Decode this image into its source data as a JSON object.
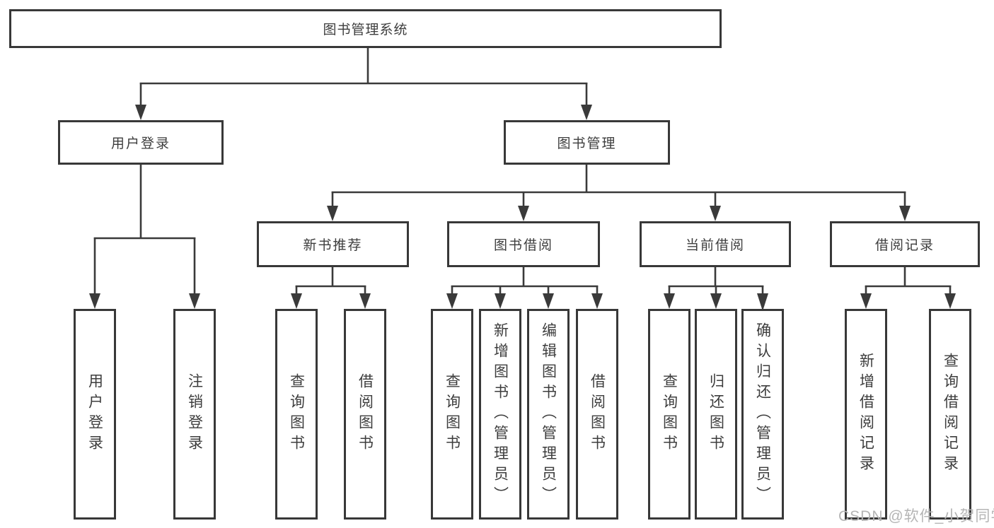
{
  "diagram_type": "hierarchy-tree",
  "colors": {
    "line": "#3a3a3a",
    "box_border": "#383838",
    "text": "#3d3d3d",
    "watermark": "#b5b5b5",
    "background": "#ffffff"
  },
  "tree": {
    "label": "图书管理系统",
    "children": [
      {
        "label": "用户登录",
        "children": [
          {
            "label": "用户登录"
          },
          {
            "label": "注销登录"
          }
        ]
      },
      {
        "label": "图书管理",
        "children": [
          {
            "label": "新书推荐",
            "children": [
              {
                "label": "查询图书"
              },
              {
                "label": "借阅图书"
              }
            ]
          },
          {
            "label": "图书借阅",
            "children": [
              {
                "label": "查询图书"
              },
              {
                "label": "新增图书（管理员）"
              },
              {
                "label": "编辑图书（管理员）"
              },
              {
                "label": "借阅图书"
              }
            ]
          },
          {
            "label": "当前借阅",
            "children": [
              {
                "label": "查询图书"
              },
              {
                "label": "归还图书"
              },
              {
                "label": "确认归还（管理员）"
              }
            ]
          },
          {
            "label": "借阅记录",
            "children": [
              {
                "label": "新增借阅记录"
              },
              {
                "label": "查询借阅记录"
              }
            ]
          }
        ]
      }
    ]
  },
  "watermark": {
    "text": "CSDN @软件_小贺同学"
  }
}
